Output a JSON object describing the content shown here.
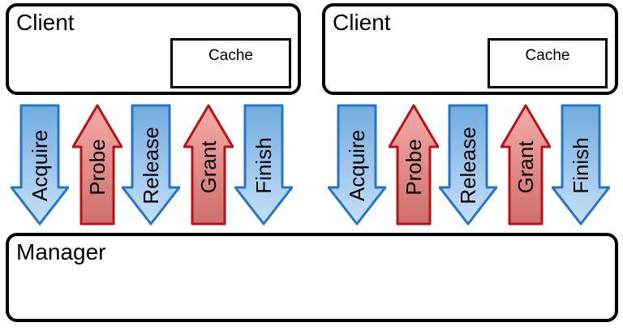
{
  "diagram": {
    "clients": [
      {
        "label": "Client",
        "cache": {
          "label": "Cache"
        }
      },
      {
        "label": "Client",
        "cache": {
          "label": "Cache"
        }
      }
    ],
    "manager": {
      "label": "Manager"
    },
    "arrows": [
      {
        "label": "Acquire",
        "direction": "down",
        "color": "blue"
      },
      {
        "label": "Probe",
        "direction": "up",
        "color": "red"
      },
      {
        "label": "Release",
        "direction": "down",
        "color": "blue"
      },
      {
        "label": "Grant",
        "direction": "up",
        "color": "red"
      },
      {
        "label": "Finish",
        "direction": "down",
        "color": "blue"
      }
    ],
    "colors": {
      "blue_arrow_border": "#2476c9",
      "blue_arrow_fill_top": "#72acdf",
      "blue_arrow_fill_bottom": "#c6e0f8",
      "red_arrow_border": "#bb1016",
      "red_arrow_fill_top": "#f2aca8",
      "red_arrow_fill_bottom": "#cf6e6c",
      "box_border": "#000000",
      "label_text": "#000000",
      "background": "#ffffff"
    }
  }
}
